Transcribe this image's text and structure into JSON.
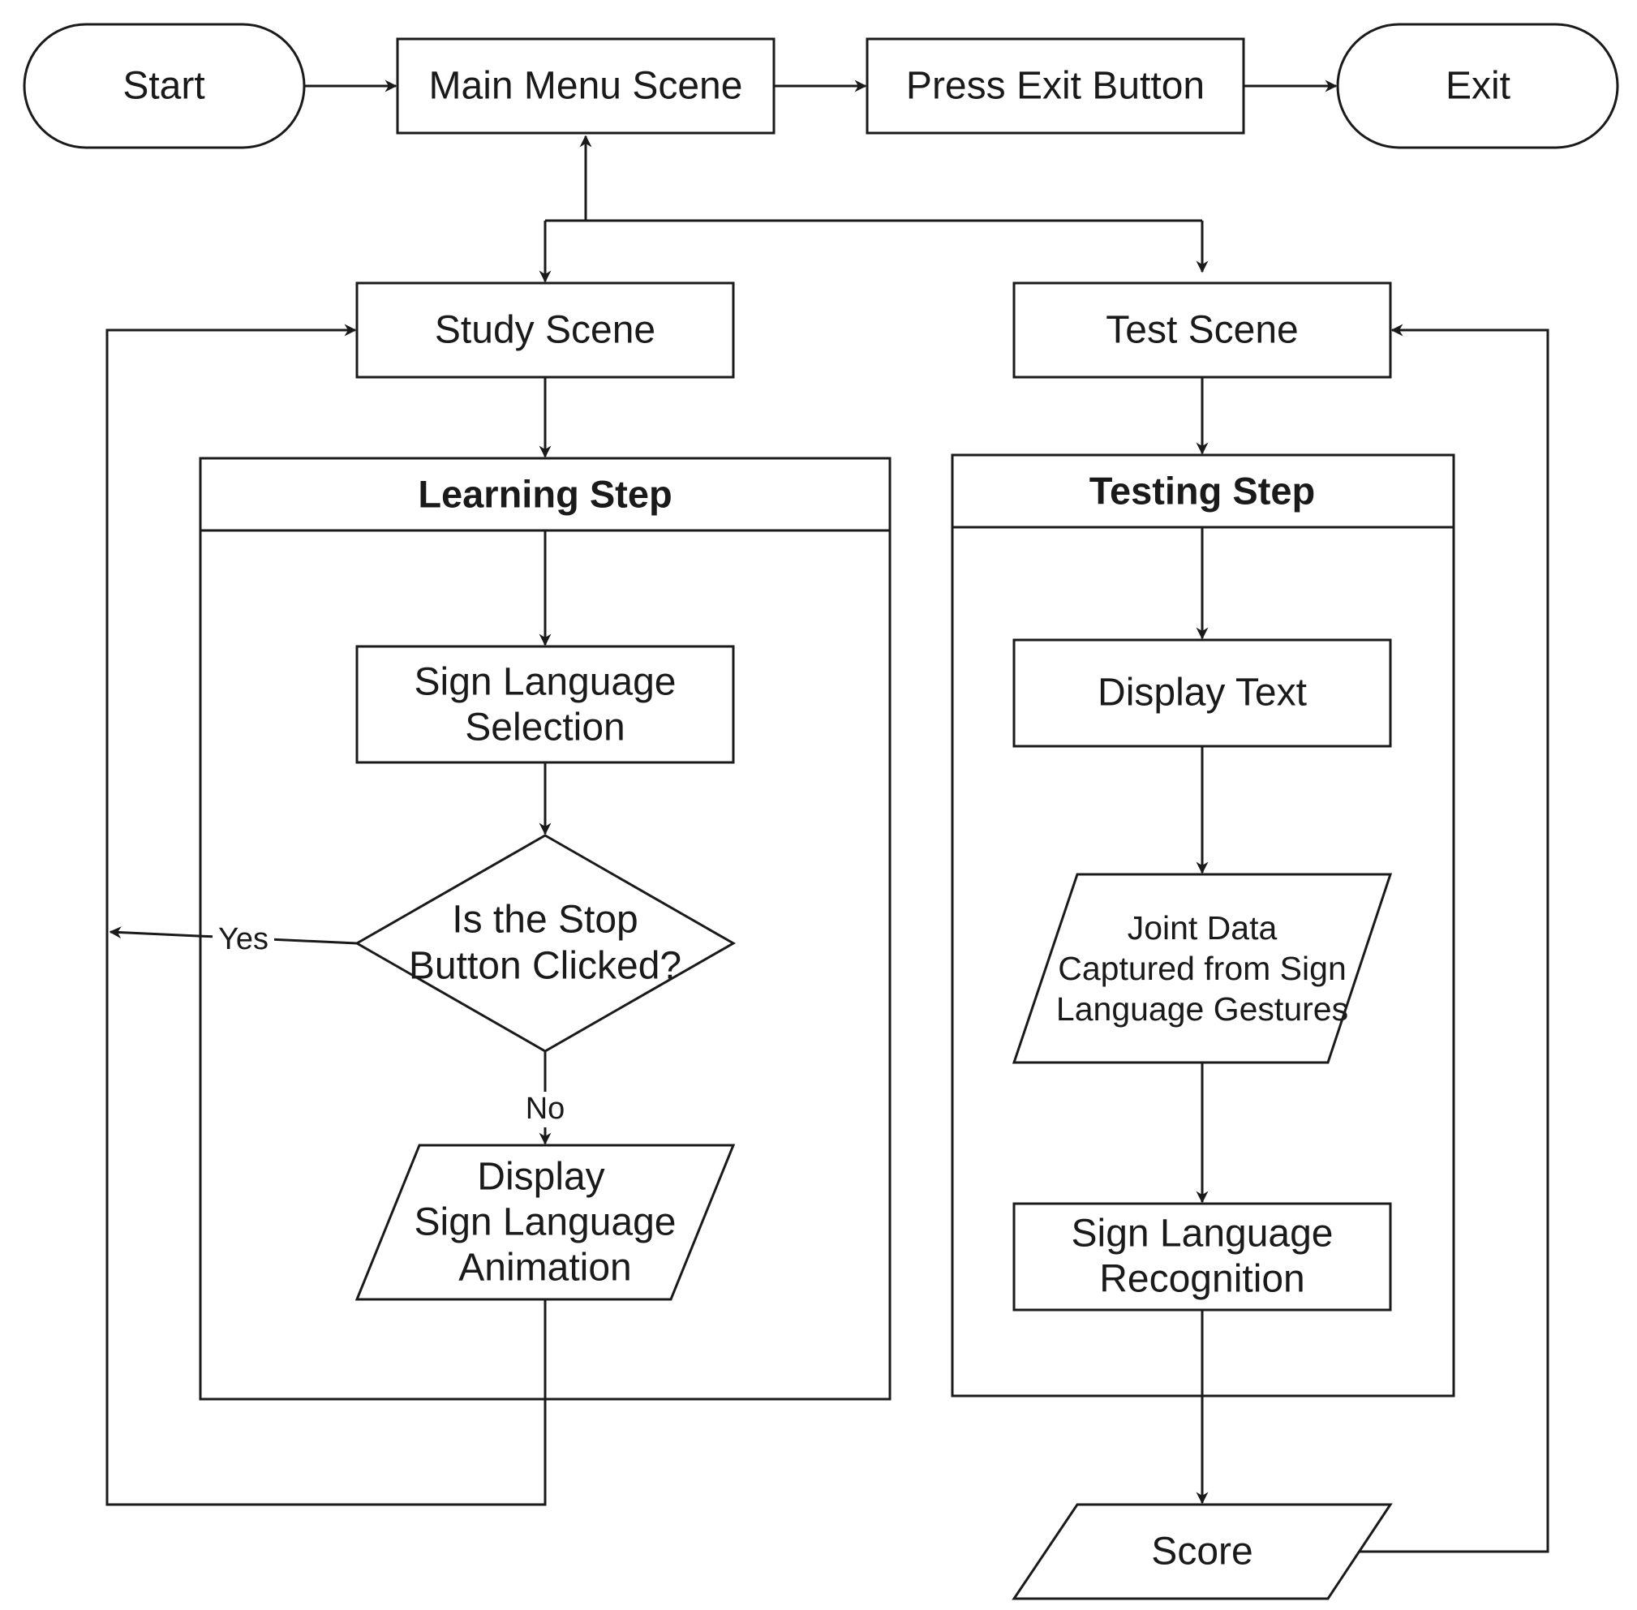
{
  "nodes": {
    "start": "Start",
    "main_menu": "Main Menu Scene",
    "press_exit": "Press Exit Button",
    "exit": "Exit",
    "study_scene": "Study Scene",
    "test_scene": "Test Scene",
    "learning_step": "Learning Step",
    "testing_step": "Testing Step",
    "sign_selection": [
      "Sign Language",
      "Selection"
    ],
    "stop_decision": [
      "Is the Stop",
      "Button Clicked?"
    ],
    "display_animation": [
      "Display",
      "Sign Language",
      "Animation"
    ],
    "display_text": "Display Text",
    "joint_data": [
      "Joint Data",
      "Captured from Sign",
      "Language Gestures"
    ],
    "recognition": [
      "Sign Language",
      "Recognition"
    ],
    "score": "Score"
  },
  "edges": {
    "yes_label": "Yes",
    "no_label": "No"
  }
}
